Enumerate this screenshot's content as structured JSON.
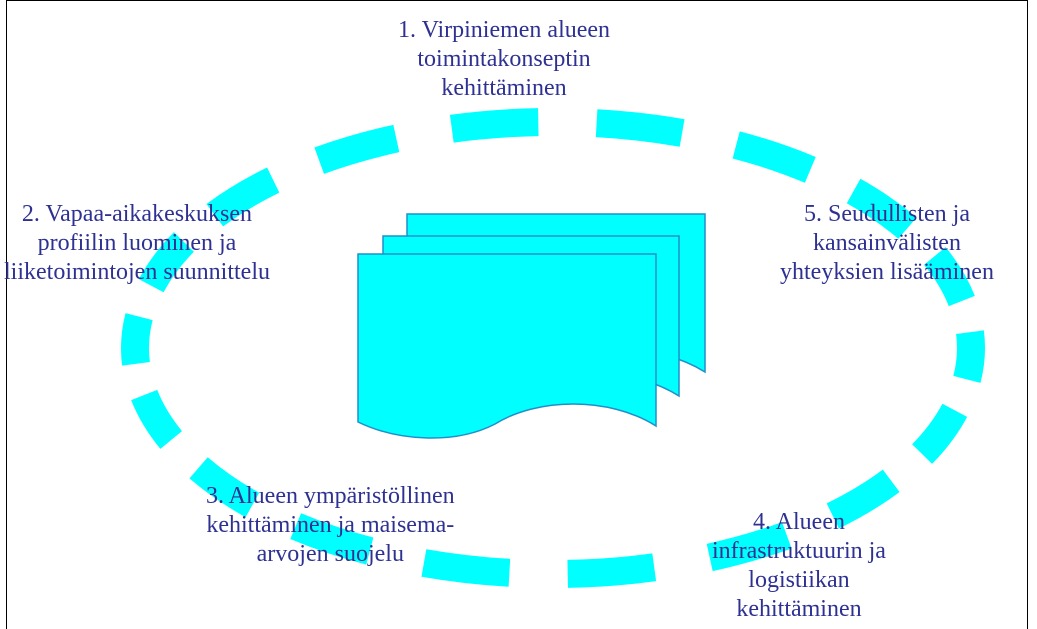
{
  "colors": {
    "cycle": "#00ffff",
    "document_fill": "#00ffff",
    "document_stroke": "#1e90c8",
    "text": "#2e3192",
    "frame": "#000000"
  },
  "diagram": {
    "center_icon": "multiple-documents-icon",
    "steps": [
      {
        "lines": [
          "1. Virpiniemen alueen",
          "toimintakonseptin",
          "kehittäminen"
        ]
      },
      {
        "lines": [
          "2. Vapaa-aikakeskuksen",
          "profiilin luominen ja",
          "liiketoimintojen suunnittelu"
        ]
      },
      {
        "lines": [
          "3. Alueen ympäristöllinen",
          "kehittäminen ja maisema-",
          "arvojen suojelu"
        ]
      },
      {
        "lines": [
          "4. Alueen",
          "infrastruktuurin ja",
          "logistiikan",
          "kehittäminen"
        ]
      },
      {
        "lines": [
          "5. Seudullisten ja",
          "kansainvälisten",
          "yhteyksien lisääminen"
        ]
      }
    ]
  }
}
